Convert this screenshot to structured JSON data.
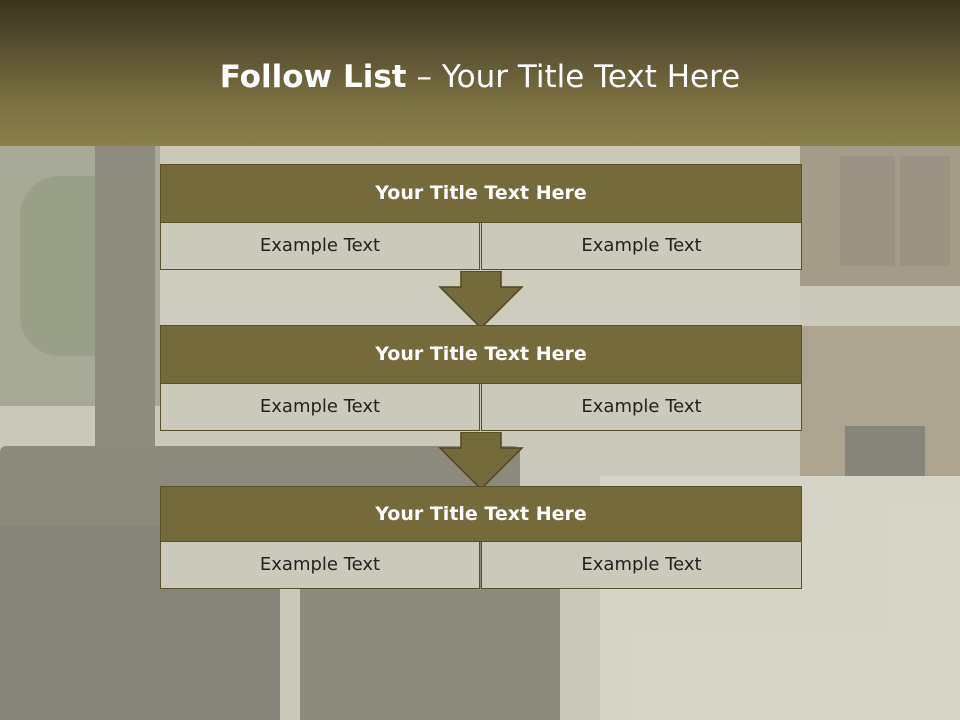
{
  "slide": {
    "title_bold": "Follow List",
    "title_rest": " – Your Title Text Here",
    "accent_color": "#756a3a",
    "header_color": "#5b5331",
    "cell_color": "#cbc8bc"
  },
  "flow": [
    {
      "title": "Your Title Text Here",
      "left": "Example Text",
      "right": "Example Text"
    },
    {
      "title": "Your Title Text Here",
      "left": "Example Text",
      "right": "Example Text"
    },
    {
      "title": "Your Title Text Here",
      "left": "Example Text",
      "right": "Example Text"
    }
  ],
  "icons": {
    "connector": "down-arrow-icon"
  }
}
